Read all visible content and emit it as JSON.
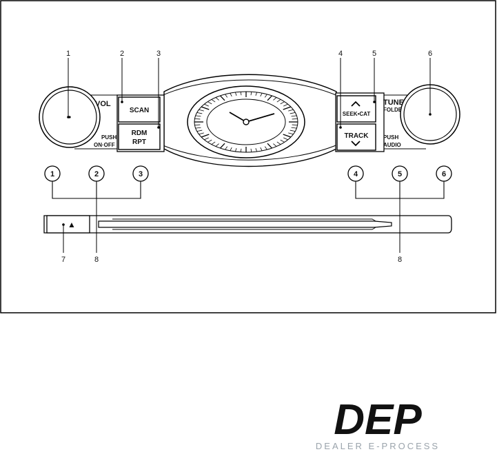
{
  "callouts": [
    "1",
    "2",
    "3",
    "4",
    "5",
    "6",
    "7",
    "8",
    "8"
  ],
  "left_knob": {
    "vol_label": "VOL",
    "push_label": "PUSH",
    "onoff_label": "ON·OFF"
  },
  "left_buttons": {
    "scan": "SCAN",
    "rdm": "RDM",
    "rpt": "RPT"
  },
  "right_buttons": {
    "seek_cat": "SEEK•CAT",
    "track": "TRACK"
  },
  "right_knob": {
    "tune_label": "TUNE",
    "folder_label": "FOLDER",
    "push_label": "PUSH",
    "audio_label": "AUDIO"
  },
  "presets": [
    "1",
    "2",
    "3",
    "4",
    "5",
    "6"
  ],
  "eject_symbol": "▲",
  "logo": {
    "letters": "DEP",
    "tagline": "DEALER E-PROCESS"
  }
}
